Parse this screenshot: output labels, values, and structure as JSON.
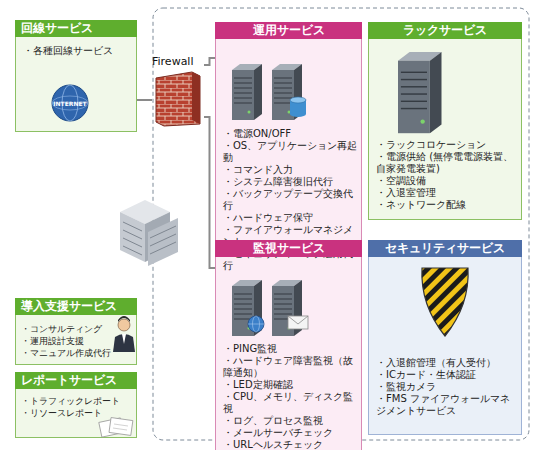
{
  "diagram": {
    "nodes": [
      {
        "text": [
          "回線サービス",
          "・各種回線サービス"
        ]
      },
      {
        "text": [
          "Firewall"
        ]
      },
      {
        "text": [
          "運用サービス",
          "・電源ON/OFF",
          "・OS、アプリケーション再起動",
          "・コマンド入力",
          "・システム障害復旧代行",
          "・バックアップテープ交換代行",
          "・ハードウェア保守",
          "・ファイアウォールマネジメント",
          "・セキュリティパッチ適用代行"
        ]
      },
      {
        "text": [
          "ラックサービス",
          "・ラックコロケーション",
          "・電源供給 (無停電電源装置、自家発電装置)",
          "・空調設備",
          "・入退室管理",
          "・ネットワーク配線"
        ]
      },
      {
        "text": [
          "監視サービス",
          "・PING監視",
          "・ハードウェア障害監視（故障通知）",
          "・LED定期確認",
          "・CPU、メモリ、ディスク監視",
          "・ログ、プロセス監視",
          "・メールサーバチェック",
          "・URLヘルスチェック"
        ]
      },
      {
        "text": [
          "セキュリティサービス",
          "・入退館管理（有人受付）",
          "・ICカード・生体認証",
          "・監視カメラ",
          "・FMS ファイアウォールマネジメントサービス"
        ]
      },
      {
        "text": [
          "導入支援サービス",
          "・コンサルティング",
          "・運用設計支援",
          "・マニュアル作成代行"
        ]
      },
      {
        "text": [
          "レポートサービス",
          "・トラフィックレポート",
          "・リソースレポート"
        ]
      }
    ],
    "edges": [
      {
        "from": 0,
        "to": 1,
        "arrow": "none"
      },
      {
        "from": 1,
        "to": 2,
        "arrow": "none"
      },
      {
        "from": 1,
        "to": 4,
        "arrow": "none"
      }
    ],
    "labels": [
      "INTERNET"
    ]
  }
}
